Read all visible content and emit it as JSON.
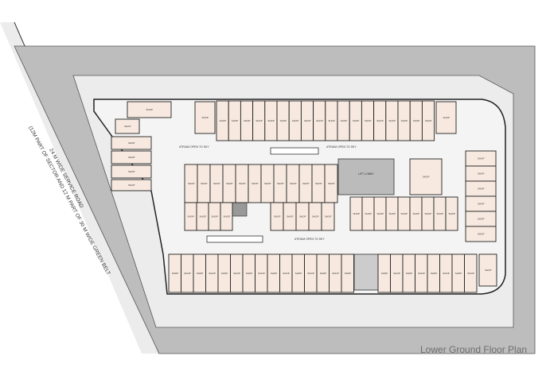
{
  "title": "Lower Ground Floor Plan",
  "road_label_1": "24 M WIDE SERVICE ROAD",
  "road_label_2": "(12M PART OF SECTOR AND 12 M PART OF 30 M WIDE GREEN BELT",
  "shop_label": "SHOP",
  "lift_lobby_label": "LIFT LOBBY",
  "atrium_label": "ATRIUM OPEN TO SKY",
  "colors": {
    "plot_gray": "#bdbdbd",
    "shop_fill": "#f7e9df",
    "site_fill": "#e9e9e9",
    "wall": "#222222"
  }
}
